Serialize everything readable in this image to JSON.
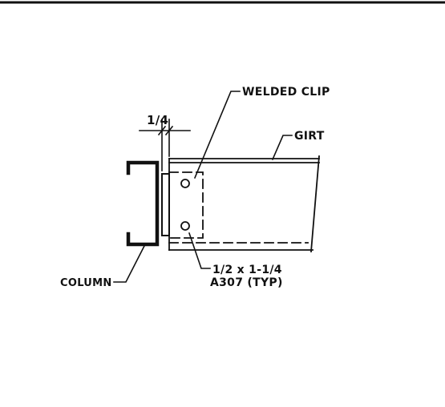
{
  "labels": {
    "dimension": "1/4",
    "welded_clip": "WELDED CLIP",
    "girt": "GIRT",
    "column": "COLUMN",
    "bolt_size": "1/2 x 1-1/4",
    "bolt_spec": "A307 (TYP)"
  },
  "colors": {
    "ink": "#111111",
    "background": "#ffffff"
  }
}
